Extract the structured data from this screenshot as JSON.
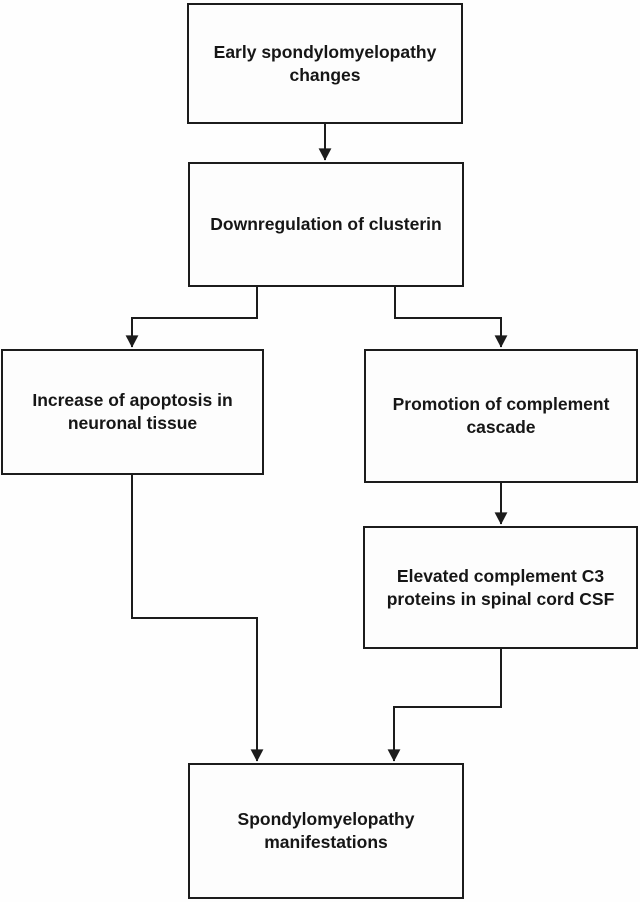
{
  "diagram": {
    "type": "flowchart",
    "nodes": [
      {
        "id": "early-changes",
        "label": "Early spondylomyelopathy changes"
      },
      {
        "id": "clusterin-downregulation",
        "label": "Downregulation of clusterin"
      },
      {
        "id": "apoptosis-increase",
        "label": "Increase of apoptosis in neuronal tissue"
      },
      {
        "id": "complement-promotion",
        "label": "Promotion of complement cascade"
      },
      {
        "id": "c3-elevation",
        "label": "Elevated complement C3 proteins in spinal cord CSF"
      },
      {
        "id": "manifestations",
        "label": "Spondylomyelopathy manifestations"
      }
    ],
    "edges": [
      {
        "from": "early-changes",
        "to": "clusterin-downregulation"
      },
      {
        "from": "clusterin-downregulation",
        "to": "apoptosis-increase"
      },
      {
        "from": "clusterin-downregulation",
        "to": "complement-promotion"
      },
      {
        "from": "complement-promotion",
        "to": "c3-elevation"
      },
      {
        "from": "apoptosis-increase",
        "to": "manifestations"
      },
      {
        "from": "c3-elevation",
        "to": "manifestations"
      }
    ],
    "colors": {
      "background": "#fefefe",
      "box_fill": "#fdfdfd",
      "box_border": "#1c1c1c",
      "line": "#1c1c1c",
      "text": "#161616"
    }
  }
}
